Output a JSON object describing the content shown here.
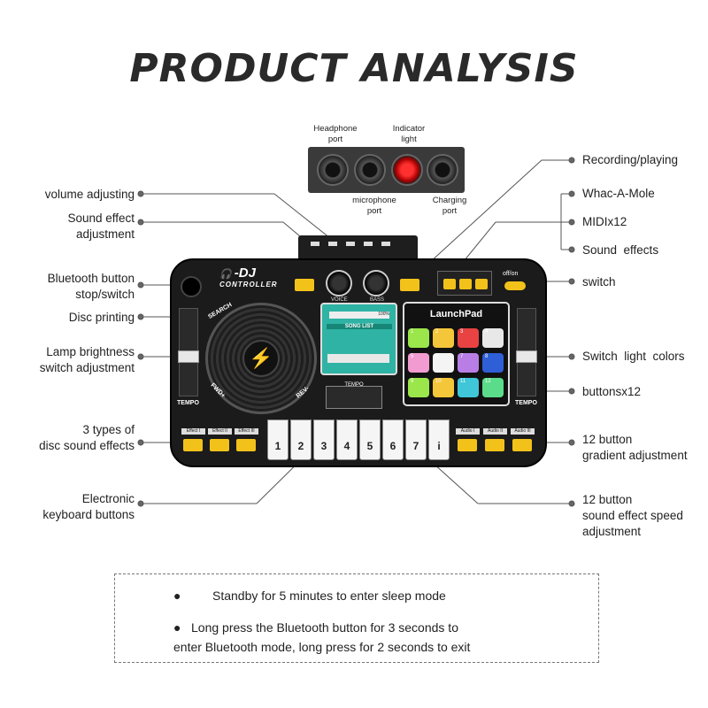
{
  "title": "PRODUCT ANALYSIS",
  "ports": {
    "headphone": "Headphone\nport",
    "indicator": "Indicator\nlight",
    "microphone": "microphone\nport",
    "charging": "Charging\nport"
  },
  "left_labels": {
    "volume": "volume adjusting",
    "sound_effect": "Sound effect\nadjustment",
    "bluetooth": "Bluetooth button\nstop/switch",
    "disc_printing": "Disc printing",
    "lamp": "Lamp brightness\nswitch adjustment",
    "disc_effects": "3 types of\ndisc sound effects",
    "keyboard": "Electronic\nkeyboard buttons"
  },
  "right_labels": {
    "recording": "Recording/playing",
    "whac": "Whac-A-Mole",
    "midi": "MIDIx12",
    "sound_effects": "Sound  effects",
    "switch": "switch",
    "light_colors": "Switch  light  colors",
    "buttons": "buttonsx12",
    "gradient": "12  button\ngradient adjustment",
    "speed": "12  button\nsound effect speed\nadjustment"
  },
  "device": {
    "logo_main": "-DJ",
    "logo_sub": "CONTROLLER",
    "knob_voice": "VOICE",
    "knob_bass": "BASS",
    "off_on": "off/on",
    "search": "SEARCH",
    "fwd": "FWD+",
    "rev": "REV-",
    "tempo_left": "TEMPO",
    "tempo_right": "TEMPO",
    "tempo_center": "TEMPO",
    "screen_percent": "100%",
    "screen_title": "SONG LIST",
    "launchpad": "LaunchPad",
    "keys": [
      "1",
      "2",
      "3",
      "4",
      "5",
      "6",
      "7",
      "i"
    ],
    "effect_tags": [
      "Effect I",
      "Effect II",
      "Effect III"
    ],
    "audio_tags": [
      "Audio I",
      "Audio II",
      "Audio III"
    ],
    "pad_numbers": [
      "1",
      "2",
      "3",
      "4",
      "5",
      "6",
      "7",
      "8",
      "9",
      "10",
      "11",
      "12"
    ],
    "pad_colors": [
      "#9be64b",
      "#f4c63a",
      "#e84242",
      "#e8e8e8",
      "#f29bd0",
      "#f4f4f4",
      "#b97ee6",
      "#2f5fd6",
      "#9be64b",
      "#f4c63a",
      "#3fc6d8",
      "#5bdc8a"
    ]
  },
  "notes": [
    "Standby for 5 minutes to enter sleep mode",
    "Long press the Bluetooth button for 3 seconds to\nenter Bluetooth mode, long press for 2 seconds to exit"
  ]
}
